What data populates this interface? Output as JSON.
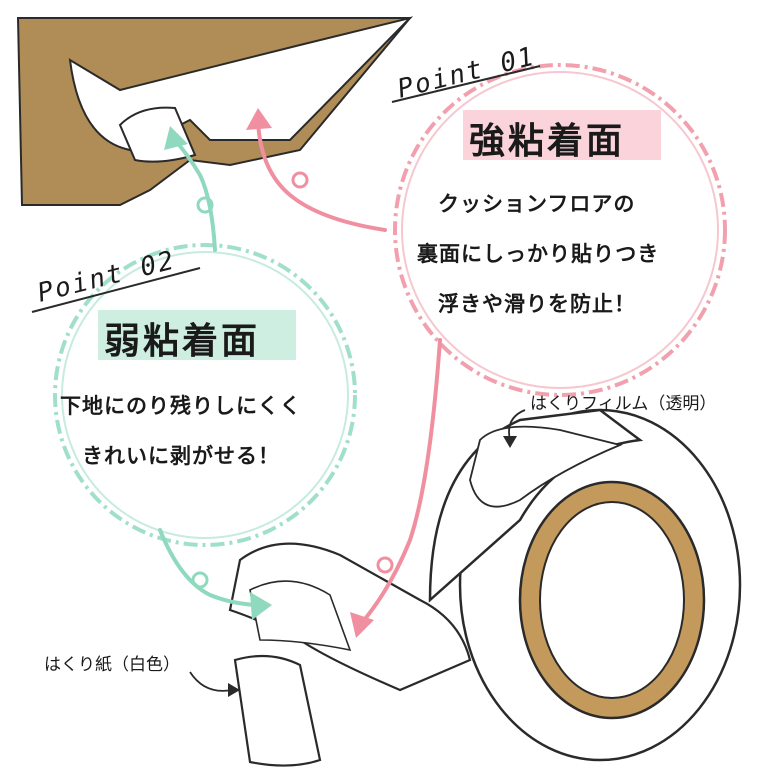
{
  "colors": {
    "floor": "#b08d57",
    "pink": "#f08fa0",
    "mint": "#8fd9bf",
    "pink_highlight": "#fbd3db",
    "mint_highlight": "#cdeee1",
    "line": "#2a2a2a",
    "core": "#c49a5c"
  },
  "point01": {
    "label": "Point 01",
    "heading": "強粘着面",
    "lines": [
      "クッションフロアの",
      "裏面にしっかり貼りつき",
      "浮きや滑りを防止！"
    ]
  },
  "point02": {
    "label": "Point 02",
    "heading": "弱粘着面",
    "lines": [
      "下地にのり残りしにくく",
      "きれいに剥がせる！"
    ]
  },
  "callouts": {
    "film": "はくりフィルム（透明）",
    "paper": "はくり紙（白色）"
  }
}
